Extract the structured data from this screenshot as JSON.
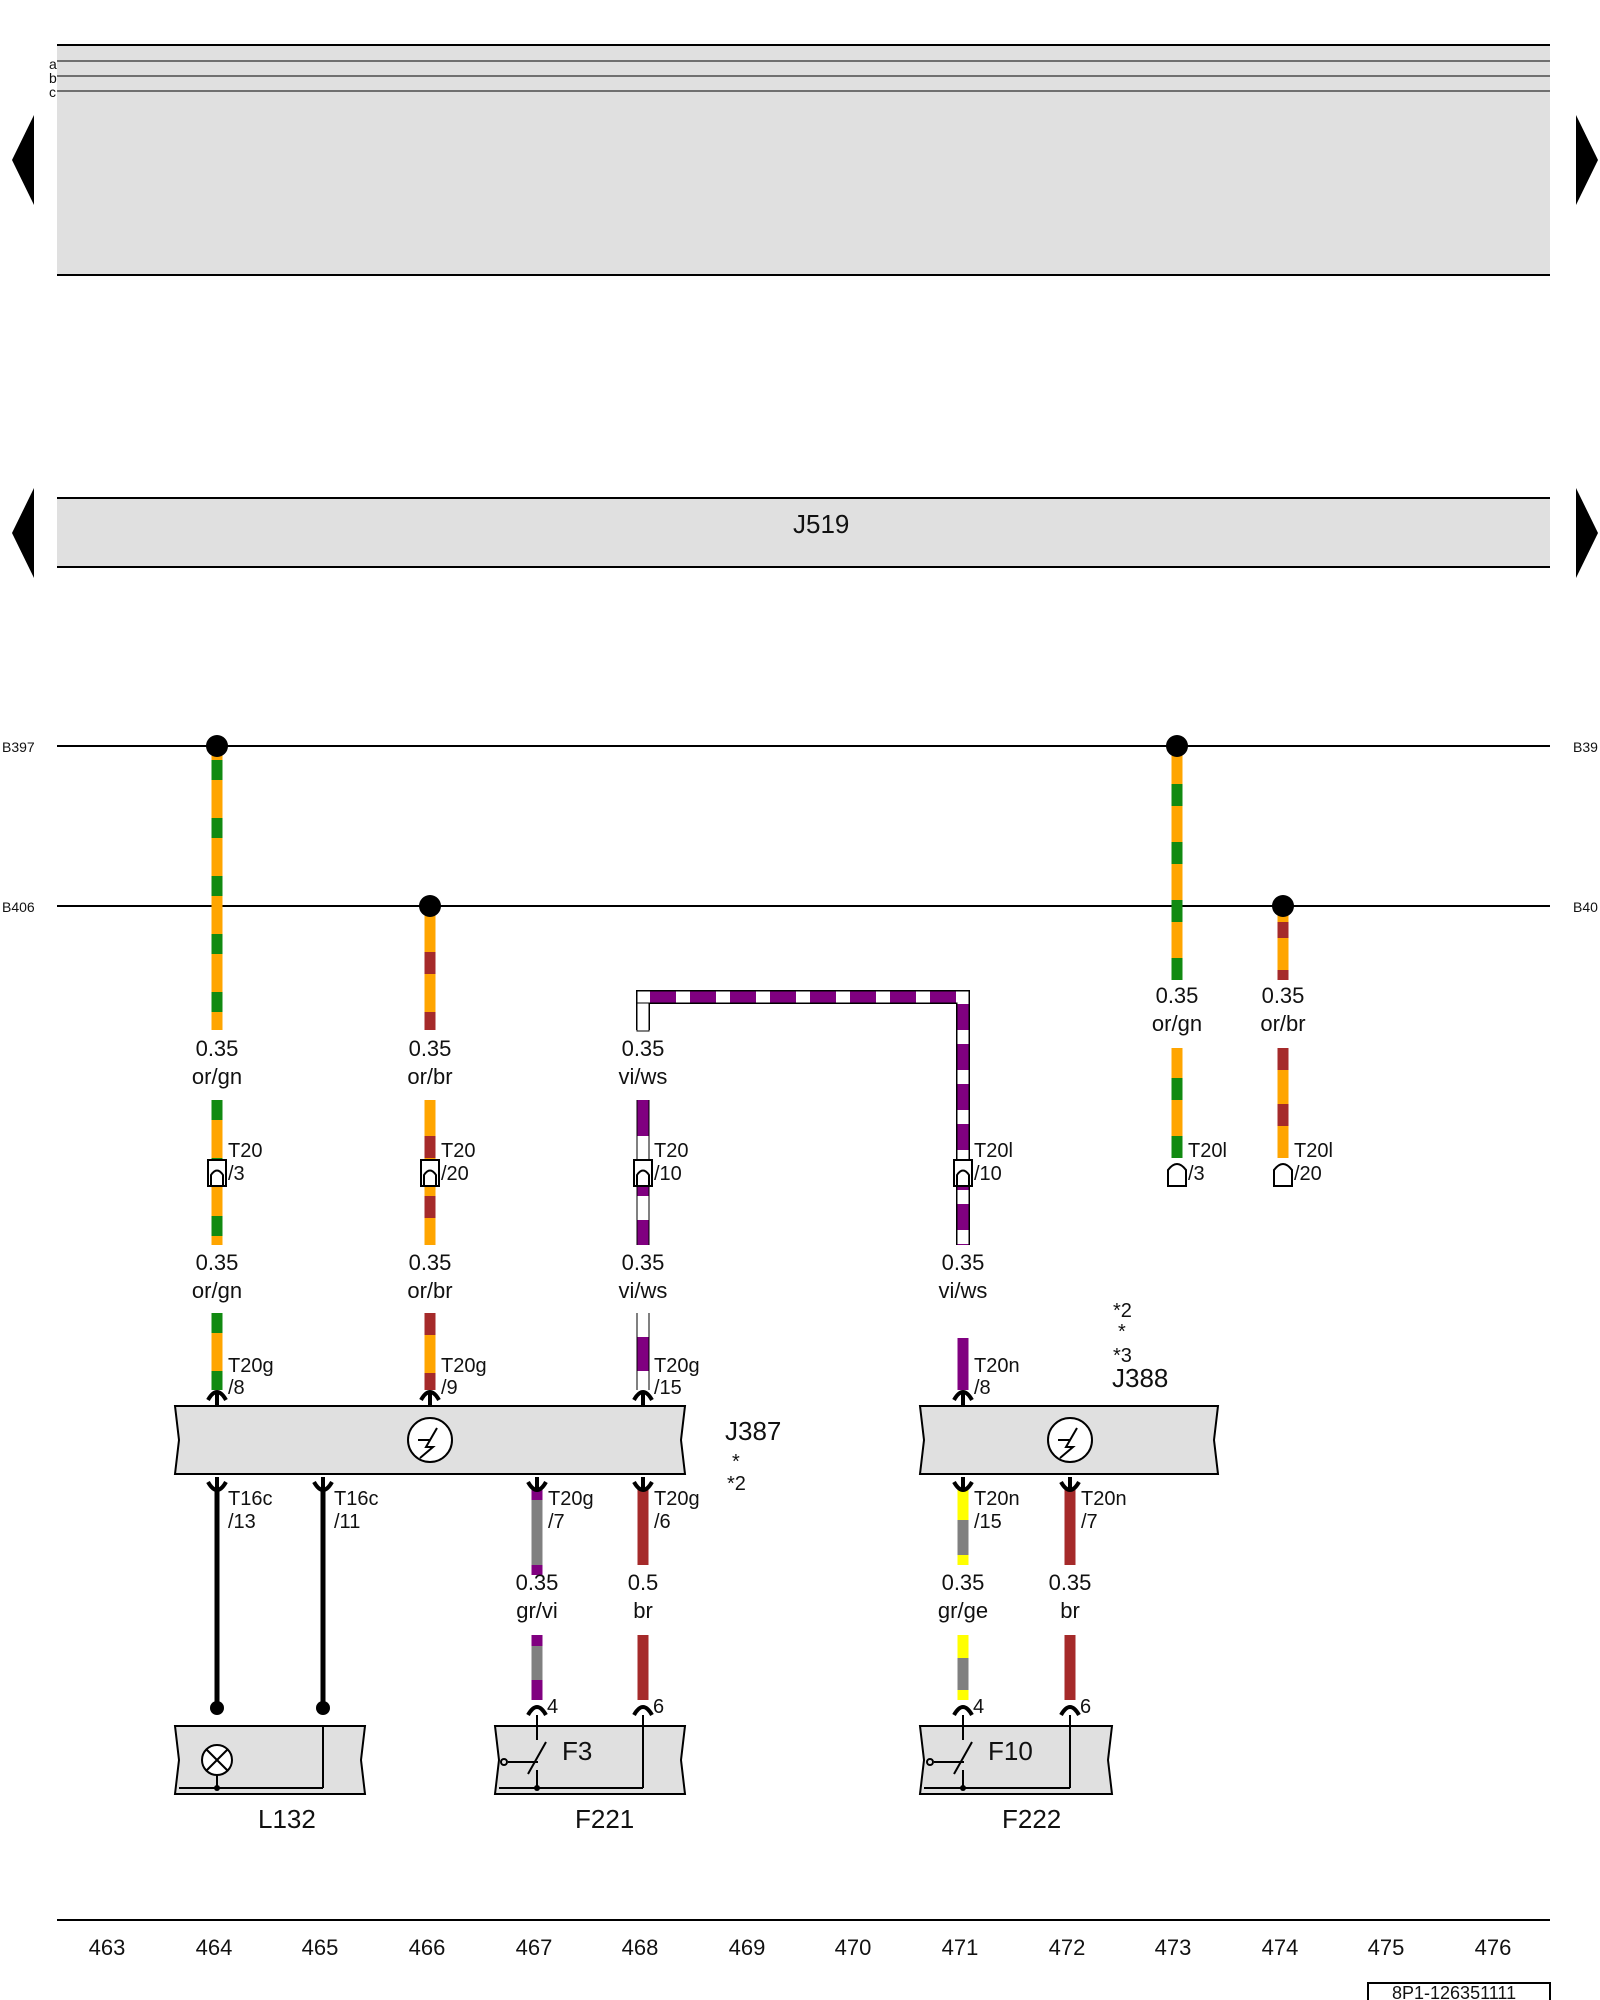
{
  "header": {
    "rows": [
      "a",
      "b",
      "c"
    ]
  },
  "control_unit": {
    "label": "J519"
  },
  "buses": [
    {
      "left": "B397",
      "right": "B39"
    },
    {
      "left": "B406",
      "right": "B40"
    }
  ],
  "wire_labels": {
    "w1_top_size": "0.35",
    "w1_top_color": "or/gn",
    "w2_top_size": "0.35",
    "w2_top_color": "or/br",
    "w3_top_size": "0.35",
    "w3_top_color": "vi/ws",
    "w7_top_size": "0.35",
    "w7_top_color": "or/gn",
    "w8_top_size": "0.35",
    "w8_top_color": "or/br",
    "w1_mid_size": "0.35",
    "w1_mid_color": "or/gn",
    "w2_mid_size": "0.35",
    "w2_mid_color": "or/br",
    "w3_mid_size": "0.35",
    "w3_mid_color": "vi/ws",
    "w6_mid_size": "0.35",
    "w6_mid_color": "vi/ws",
    "w4_bot_size": "0.35",
    "w4_bot_color": "gr/vi",
    "w5_bot_size": "0.5",
    "w5_bot_color": "br",
    "w9_bot_size": "0.35",
    "w9_bot_color": "gr/ge",
    "w10_bot_size": "0.35",
    "w10_bot_color": "br"
  },
  "connectors": {
    "c1": {
      "name": "T20",
      "pin": "/3"
    },
    "c2": {
      "name": "T20",
      "pin": "/20"
    },
    "c3": {
      "name": "T20",
      "pin": "/10"
    },
    "c4": {
      "name": "T20l",
      "pin": "/10"
    },
    "c5": {
      "name": "T20l",
      "pin": "/3"
    },
    "c6": {
      "name": "T20l",
      "pin": "/20"
    },
    "c7": {
      "name": "T20g",
      "pin": "/8"
    },
    "c8": {
      "name": "T20g",
      "pin": "/9"
    },
    "c9": {
      "name": "T20g",
      "pin": "/15"
    },
    "c10": {
      "name": "T20n",
      "pin": "/8"
    },
    "c11": {
      "name": "T16c",
      "pin": "/13"
    },
    "c12": {
      "name": "T16c",
      "pin": "/11"
    },
    "c13": {
      "name": "T20g",
      "pin": "/7"
    },
    "c14": {
      "name": "T20g",
      "pin": "/6"
    },
    "c15": {
      "name": "T20n",
      "pin": "/15"
    },
    "c16": {
      "name": "T20n",
      "pin": "/7"
    }
  },
  "pins": {
    "f221_a": "4",
    "f221_b": "6",
    "f222_a": "4",
    "f222_b": "6"
  },
  "components": {
    "j387": {
      "label": "J387",
      "note1": "*",
      "note2": "*2"
    },
    "j388": {
      "label": "J388",
      "note1": "*2",
      "note2": "*",
      "note3": "*3"
    },
    "l132": {
      "label": "L132"
    },
    "f221": {
      "label": "F221",
      "inner": "F3"
    },
    "f222": {
      "label": "F222",
      "inner": "F10"
    }
  },
  "colors": {
    "or": "#ffa500",
    "gn": "#118a11",
    "br": "#a52a2a",
    "vi": "#800080",
    "ws": "#ffffff",
    "gr": "#808080",
    "ge": "#ffff00",
    "sw": "#000000",
    "box": "#e0e0e0"
  },
  "column_numbers": [
    "463",
    "464",
    "465",
    "466",
    "467",
    "468",
    "469",
    "470",
    "471",
    "472",
    "473",
    "474",
    "475",
    "476"
  ],
  "doc_id": "8P1-126351111"
}
